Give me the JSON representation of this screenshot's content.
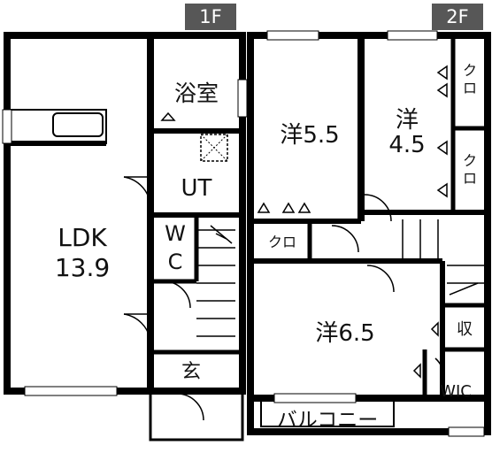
{
  "floors": {
    "first": {
      "tag": "1F",
      "rooms": {
        "ldk": {
          "name": "LDK",
          "size": "13.9"
        },
        "bath": "浴室",
        "utility": "UT",
        "toilet": {
          "line1": "W",
          "line2": "C"
        },
        "entrance": "玄"
      }
    },
    "second": {
      "tag": "2F",
      "rooms": {
        "western_a": {
          "name": "洋",
          "size": "5.5"
        },
        "western_b": {
          "name": "洋",
          "size": "4.5"
        },
        "western_c": {
          "name": "洋",
          "size": "6.5"
        },
        "closet": "クロ",
        "closet_right_1": "ク\nロ",
        "closet_right_2": "ク\nロ",
        "storage": "収",
        "wic": "WIC",
        "balcony": "バルコニー"
      }
    }
  },
  "colors": {
    "wall": "#000000",
    "tag_bg": "#575757",
    "tag_text": "#ffffff",
    "window": "#ffffff"
  }
}
